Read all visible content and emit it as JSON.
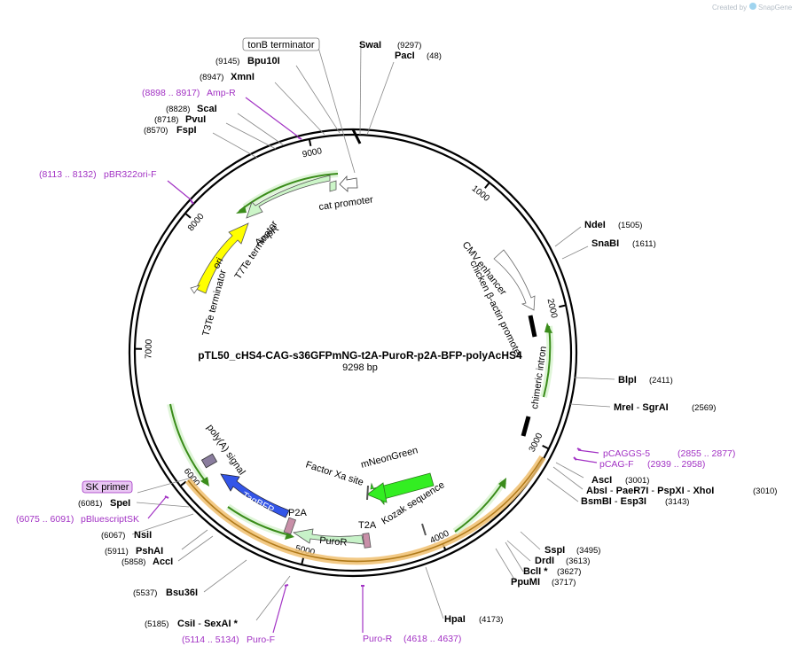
{
  "credit": {
    "created_by": "Created by",
    "brand": "SnapGene"
  },
  "plasmid": {
    "name": "pTL50_cHS4-CAG-s36GFPmNG-t2A-PuroR-p2A-BFP-polyAcHS4",
    "size": "9298 bp"
  },
  "ticks": [
    "1000",
    "2000",
    "3000",
    "4000",
    "5000",
    "6000",
    "7000",
    "8000",
    "9000"
  ],
  "sites": {
    "swaI": {
      "name": "SwaI",
      "pos": "(9297)"
    },
    "pacI": {
      "name": "PacI",
      "pos": "(48)"
    },
    "bpu10I": {
      "name": "Bpu10I",
      "pos": "(9145)"
    },
    "xmnI": {
      "name": "XmnI",
      "pos": "(8947)"
    },
    "scaI": {
      "name": "ScaI",
      "pos": "(8828)"
    },
    "pvuI": {
      "name": "PvuI",
      "pos": "(8718)"
    },
    "fspI": {
      "name": "FspI",
      "pos": "(8570)"
    },
    "ndeI": {
      "name": "NdeI",
      "pos": "(1505)"
    },
    "snaBI": {
      "name": "SnaBI",
      "pos": "(1611)"
    },
    "blpI": {
      "name": "BlpI",
      "pos": "(2411)"
    },
    "mreI": {
      "name": "MreI",
      "sep": " - ",
      "name2": "SgrAI",
      "pos": "(2569)"
    },
    "ascI": {
      "name": "AscI",
      "pos": "(3001)"
    },
    "absI": {
      "name": "AbsI",
      "sep1": " - ",
      "name2": "PaeR7I",
      "sep2": " - ",
      "name3": "PspXI",
      "sep3": " - ",
      "name4": "XhoI",
      "pos": "(3010)"
    },
    "bsmBI": {
      "name": "BsmBI",
      "sep": " - ",
      "name2": "Esp3I",
      "pos": "(3143)"
    },
    "sspI": {
      "name": "SspI",
      "pos": "(3495)"
    },
    "drdI": {
      "name": "DrdI",
      "pos": "(3613)"
    },
    "bclI": {
      "name": "BclI",
      "star": " *",
      "pos": "(3627)"
    },
    "ppuMI": {
      "name": "PpuMI",
      "pos": "(3717)"
    },
    "hpaI": {
      "name": "HpaI",
      "pos": "(4173)"
    },
    "csiI": {
      "name": "CsiI",
      "sep": " - ",
      "name2": "SexAI",
      "star": " *",
      "pos": "(5185)"
    },
    "bsu36I": {
      "name": "Bsu36I",
      "pos": "(5537)"
    },
    "accI": {
      "name": "AccI",
      "pos": "(5858)"
    },
    "pshAI": {
      "name": "PshAI",
      "pos": "(5911)"
    },
    "nsiI": {
      "name": "NsiI",
      "pos": "(6067)"
    },
    "speI": {
      "name": "SpeI",
      "pos": "(6081)"
    }
  },
  "primers": {
    "ampR": {
      "range": "(8898 .. 8917)",
      "name": "Amp-R"
    },
    "pbr322ori": {
      "range": "(8113 .. 8132)",
      "name": "pBR322ori-F"
    },
    "pcaggs5": {
      "name": "pCAGGS-5",
      "range": "(2855 .. 2877)"
    },
    "pcagF": {
      "name": "pCAG-F",
      "range": "(2939 .. 2958)"
    },
    "pbluescriptSK": {
      "range": "(6075 .. 6091)",
      "name": "pBluescriptSK"
    },
    "puroF": {
      "range": "(5114 .. 5134)",
      "name": "Puro-F"
    },
    "puroR": {
      "name": "Puro-R",
      "range": "(4618 .. 4637)"
    }
  },
  "boxed": {
    "tonB": "tonB terminator",
    "skPrimer": "SK primer"
  },
  "features": {
    "cat_promoter": "cat promoter",
    "ampR": "AmpR",
    "t7te": "T7Te terminator",
    "ori": "ori",
    "t3te": "T3Te terminator",
    "cmv": "CMV enhancer",
    "chicken": "chicken β-actin promoter",
    "chimeric": "chimeric intron",
    "polyA": "poly(A) signal",
    "tagbfp": "TagBFP",
    "p2a": "P2A",
    "puroR": "PuroR",
    "t2a": "T2A",
    "factorXa": "Factor Xa site",
    "mneongreen": "mNeonGreen",
    "kozak": "Kozak sequence"
  },
  "colors": {
    "ori": "#ffff00",
    "ampR": "#ccf5c8",
    "tagbfp": "#3355e8",
    "mneongreen": "#33ee22",
    "puroR": "#c7f2c8",
    "p2a": "#c88fa8",
    "primer": "#a232c4",
    "orange_band": "#f5c878"
  }
}
